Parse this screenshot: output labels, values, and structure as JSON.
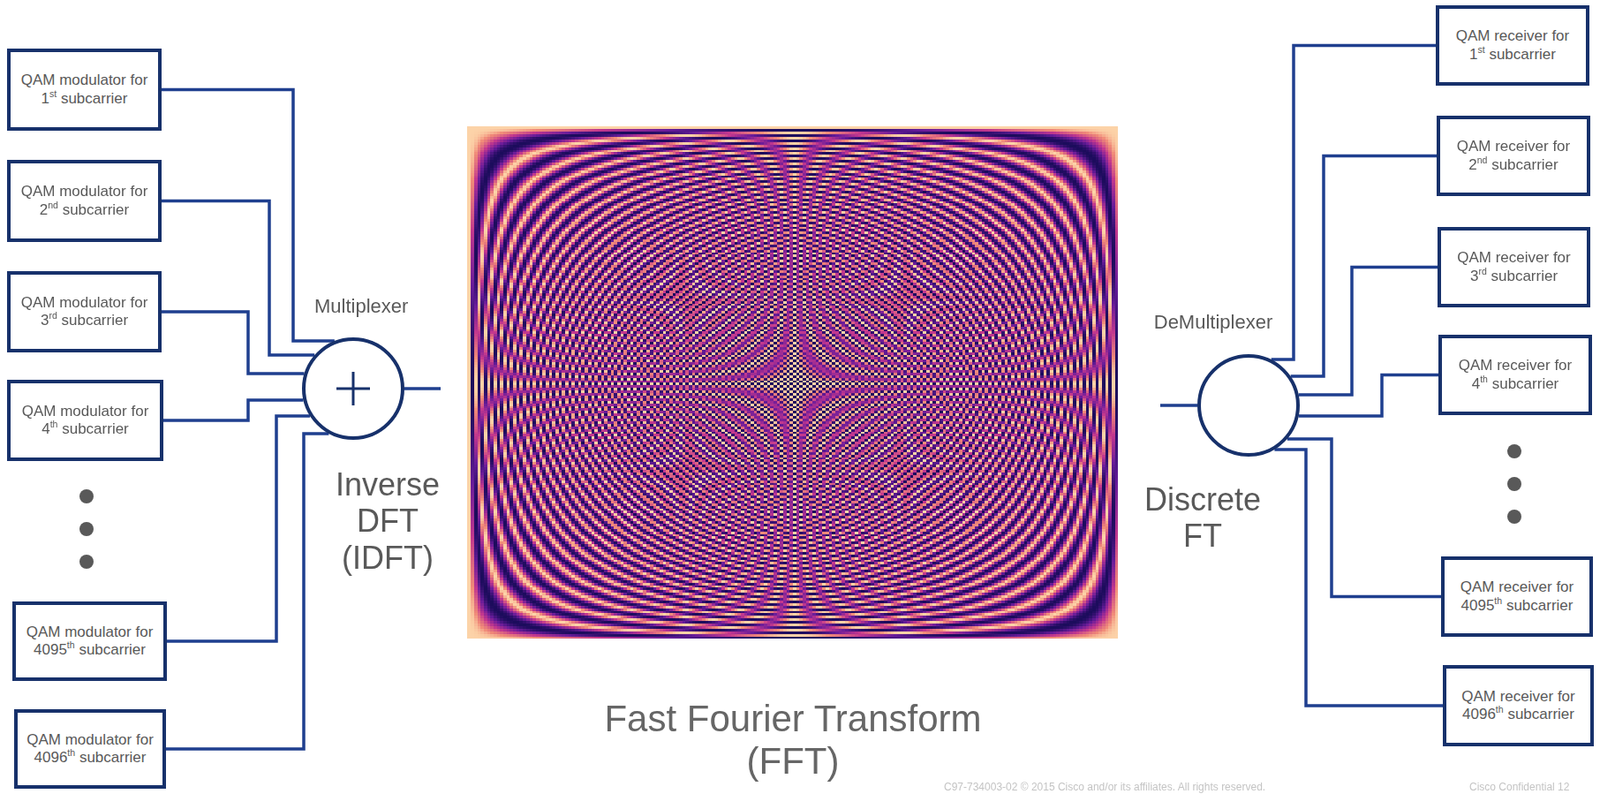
{
  "diagram": {
    "nodes": [
      {
        "text": [
          "QAM modulator for 1st subcarrier"
        ]
      },
      {
        "text": [
          "QAM modulator for 2nd subcarrier"
        ]
      },
      {
        "text": [
          "QAM modulator for 3rd subcarrier"
        ]
      },
      {
        "text": [
          "QAM modulator for 4th subcarrier"
        ]
      },
      {
        "text": [
          "QAM modulator for 4095th subcarrier"
        ]
      },
      {
        "text": [
          "QAM modulator for 4096th subcarrier"
        ]
      },
      {
        "text": [
          "Multiplexer",
          "Inverse DFT (IDFT)"
        ]
      },
      {
        "text": [
          "DeMultiplexer",
          "Discrete FT"
        ]
      },
      {
        "text": [
          "QAM receiver for 1st subcarrier"
        ]
      },
      {
        "text": [
          "QAM receiver for 2nd subcarrier"
        ]
      },
      {
        "text": [
          "QAM receiver for 3rd subcarrier"
        ]
      },
      {
        "text": [
          "QAM receiver for 4th subcarrier"
        ]
      },
      {
        "text": [
          "QAM receiver for 4095th subcarrier"
        ]
      },
      {
        "text": [
          "QAM receiver for 4096th subcarrier"
        ]
      }
    ],
    "edges": [
      {
        "from": 0,
        "to": 6,
        "arrow": "none"
      },
      {
        "from": 1,
        "to": 6,
        "arrow": "none"
      },
      {
        "from": 2,
        "to": 6,
        "arrow": "none"
      },
      {
        "from": 3,
        "to": 6,
        "arrow": "none"
      },
      {
        "from": 4,
        "to": 6,
        "arrow": "none"
      },
      {
        "from": 5,
        "to": 6,
        "arrow": "none"
      },
      {
        "from": 7,
        "to": 8,
        "arrow": "none"
      },
      {
        "from": 7,
        "to": 9,
        "arrow": "none"
      },
      {
        "from": 7,
        "to": 10,
        "arrow": "none"
      },
      {
        "from": 7,
        "to": 11,
        "arrow": "none"
      },
      {
        "from": 7,
        "to": 12,
        "arrow": "none"
      },
      {
        "from": 7,
        "to": 13,
        "arrow": "none"
      }
    ],
    "labels": [
      "Fast Fourier Transform (FFT)",
      "C97-734003-02 © 2015 Cisco and/or its affiliates. All rights reserved.",
      "Cisco Confidential",
      "12"
    ]
  }
}
